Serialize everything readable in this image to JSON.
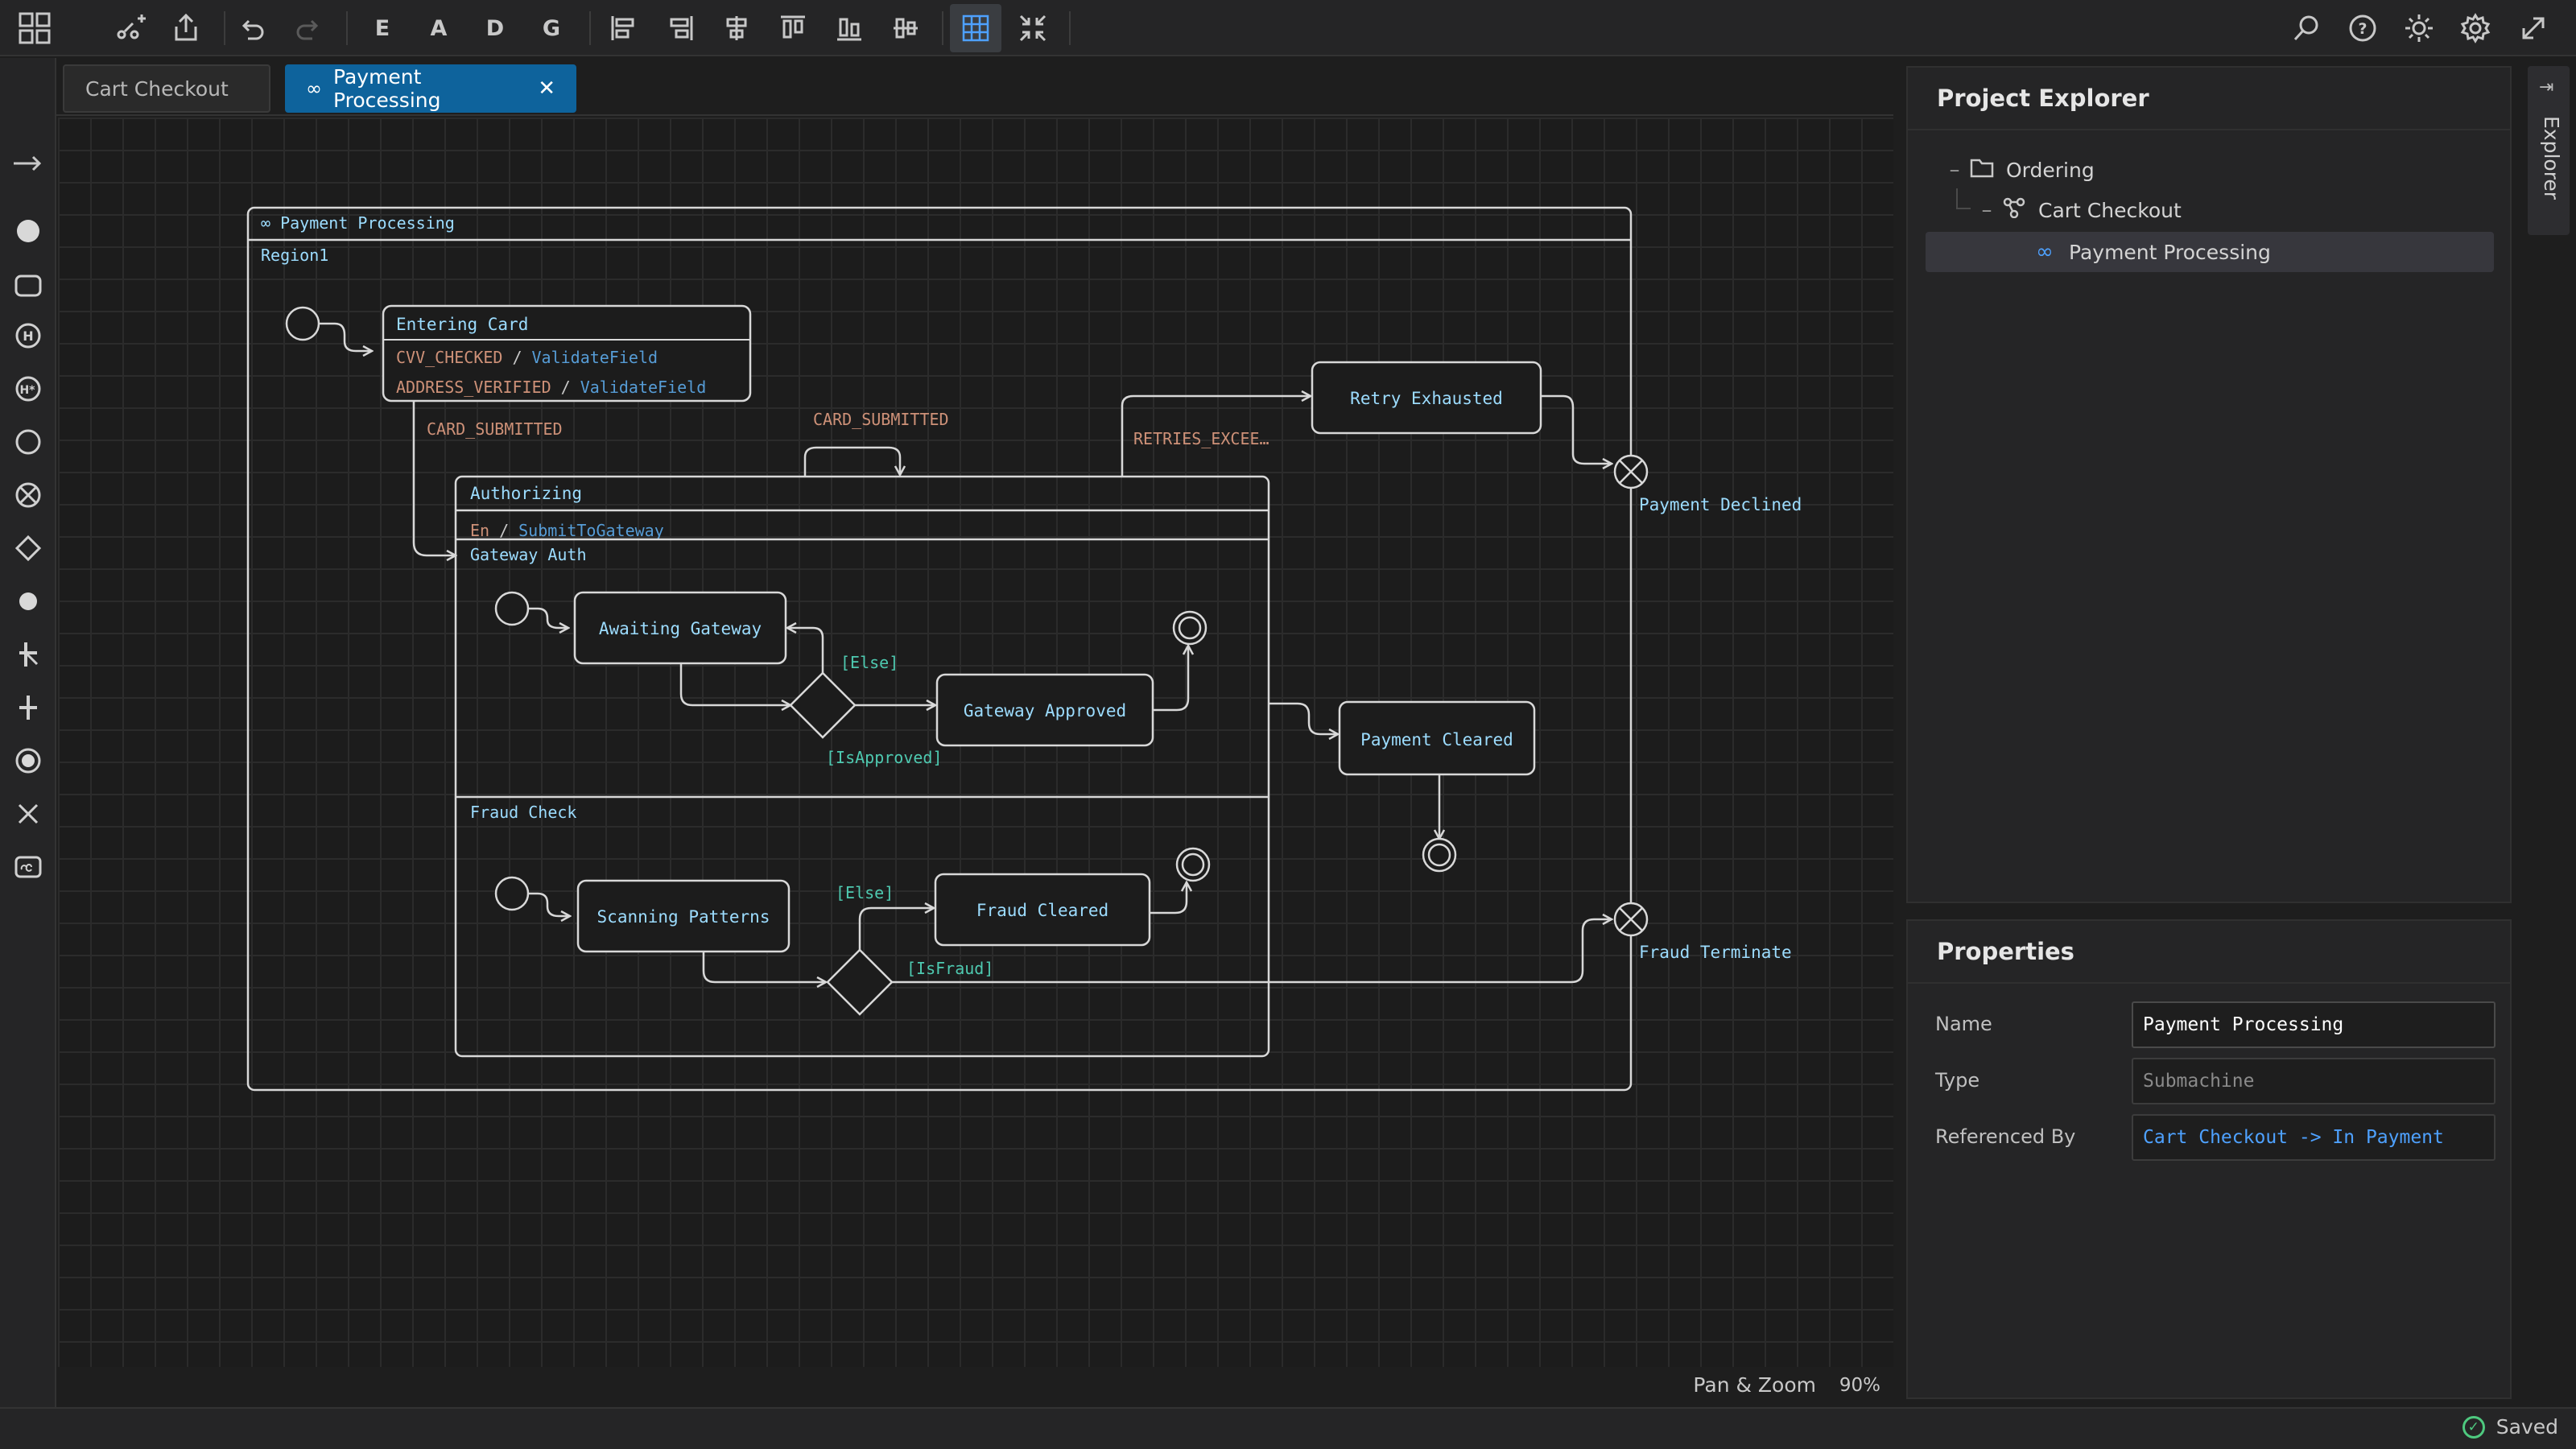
{
  "toolbar": {
    "letter_buttons": [
      "E",
      "A",
      "D",
      "G"
    ]
  },
  "tabs": [
    {
      "label": "Cart Checkout",
      "active": false
    },
    {
      "label": "Payment Processing",
      "active": true,
      "icon": "infinity-icon"
    }
  ],
  "diagram": {
    "submachine_title": "∞ Payment Processing",
    "region_label": "Region1",
    "entering_card": {
      "name": "Entering Card",
      "transitions": [
        {
          "trigger": "CVV_CHECKED",
          "sep": "/",
          "action": "ValidateField"
        },
        {
          "trigger": "ADDRESS_VERIFIED",
          "sep": "/",
          "action": "ValidateField"
        }
      ]
    },
    "edge_labels": {
      "card_submitted_1": "CARD_SUBMITTED",
      "card_submitted_2": "CARD_SUBMITTED",
      "retries_exceeded": "RETRIES_EXCEE…",
      "else_1": "[Else]",
      "is_approved": "[IsApproved]",
      "else_2": "[Else]",
      "is_fraud": "[IsFraud]"
    },
    "authorizing": {
      "name": "Authorizing",
      "entry_keyword": "En",
      "entry_sep": "/",
      "entry_action": "SubmitToGateway",
      "region_gateway": "Gateway Auth",
      "region_fraud": "Fraud Check"
    },
    "states": {
      "awaiting_gateway": "Awaiting Gateway",
      "gateway_approved": "Gateway Approved",
      "scanning_patterns": "Scanning Patterns",
      "fraud_cleared": "Fraud Cleared",
      "retry_exhausted": "Retry Exhausted",
      "payment_cleared": "Payment Cleared"
    },
    "exit_points": {
      "payment_declined": "Payment Declined",
      "fraud_terminate": "Fraud Terminate"
    },
    "colors": {
      "border": "#d8d8d8",
      "state_text": "#9cdcfe",
      "trigger": "#ce9178",
      "guard": "#4ec9b0",
      "action": "#569cd6"
    }
  },
  "canvas_footer": {
    "mode": "Pan & Zoom",
    "zoom": "90%"
  },
  "explorer": {
    "title": "Project Explorer",
    "tree": [
      {
        "label": "Ordering",
        "icon": "folder-icon",
        "toggle": "–",
        "level": 0
      },
      {
        "label": "Cart Checkout",
        "icon": "statemachine-icon",
        "toggle": "–",
        "level": 1
      },
      {
        "label": "Payment Processing",
        "icon": "infinity-icon",
        "toggle": "",
        "level": 2,
        "selected": true
      }
    ]
  },
  "properties": {
    "title": "Properties",
    "name_label": "Name",
    "name_value": "Payment Processing",
    "type_label": "Type",
    "type_value": "Submachine",
    "ref_label": "Referenced By",
    "ref_value": "Cart Checkout -> In Payment"
  },
  "side_strip": {
    "label": "Explorer"
  },
  "status": {
    "saved": "Saved"
  }
}
